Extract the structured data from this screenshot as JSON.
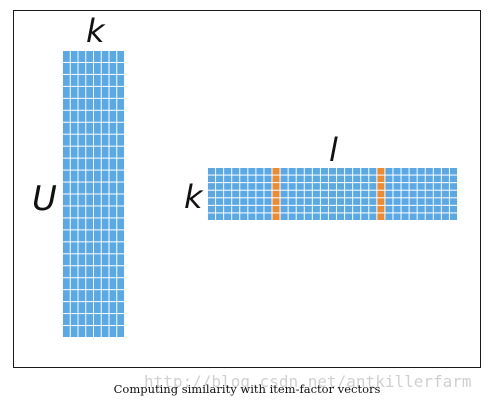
{
  "colors": {
    "cell": "#5aa9e6",
    "cell_highlight": "#f08a2e",
    "grid_line": "#ffffff"
  },
  "matrix_u": {
    "name": "U",
    "column_label": "k",
    "rows": 24,
    "cols": 8
  },
  "matrix_items": {
    "column_label": "l",
    "row_label": "k",
    "rows": 7,
    "cols": 31,
    "highlighted_columns": [
      8,
      21
    ]
  },
  "caption": "Computing similarity with item-factor vectors",
  "watermark": "http://blog.csdn.net/antkillerfarm"
}
